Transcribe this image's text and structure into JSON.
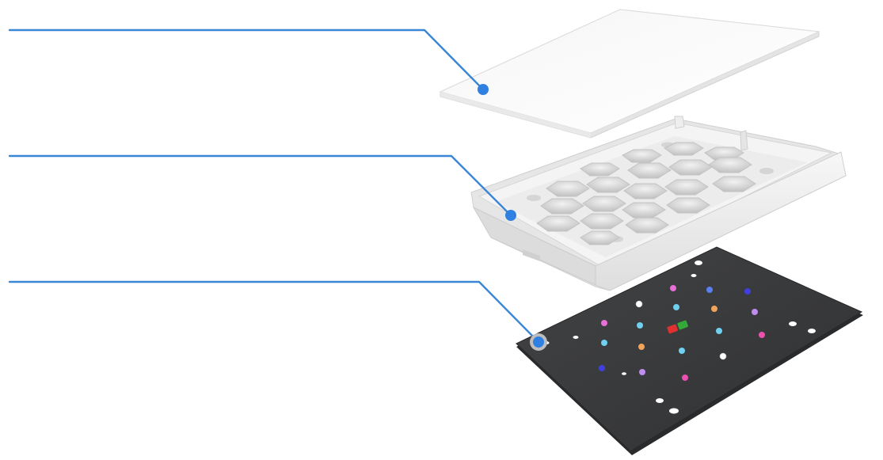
{
  "diagram": {
    "type": "exploded-assembly",
    "layers": [
      {
        "id": "diffuser-sheet",
        "order": 1
      },
      {
        "id": "reflector-tray",
        "order": 2,
        "cavities": 20
      },
      {
        "id": "led-board",
        "order": 3,
        "leds": 28
      }
    ],
    "callouts": [
      {
        "target": "diffuser-sheet"
      },
      {
        "target": "reflector-tray"
      },
      {
        "target": "led-board"
      }
    ],
    "colors": {
      "leader_line": "#3a86d6",
      "marker": "#2f80e0",
      "marker_ring": "#bdbdbd",
      "board": "#3b3c3e",
      "tray": "#f3f3f3",
      "sheet": "#fafafa"
    },
    "led_colors": [
      "#e86ed8",
      "#5a7ff0",
      "#f0a35a",
      "#6fd0f0",
      "#ffffff",
      "#c08cf0",
      "#e03030",
      "#35a83a",
      "#ec4fb0",
      "#4040e0"
    ]
  }
}
